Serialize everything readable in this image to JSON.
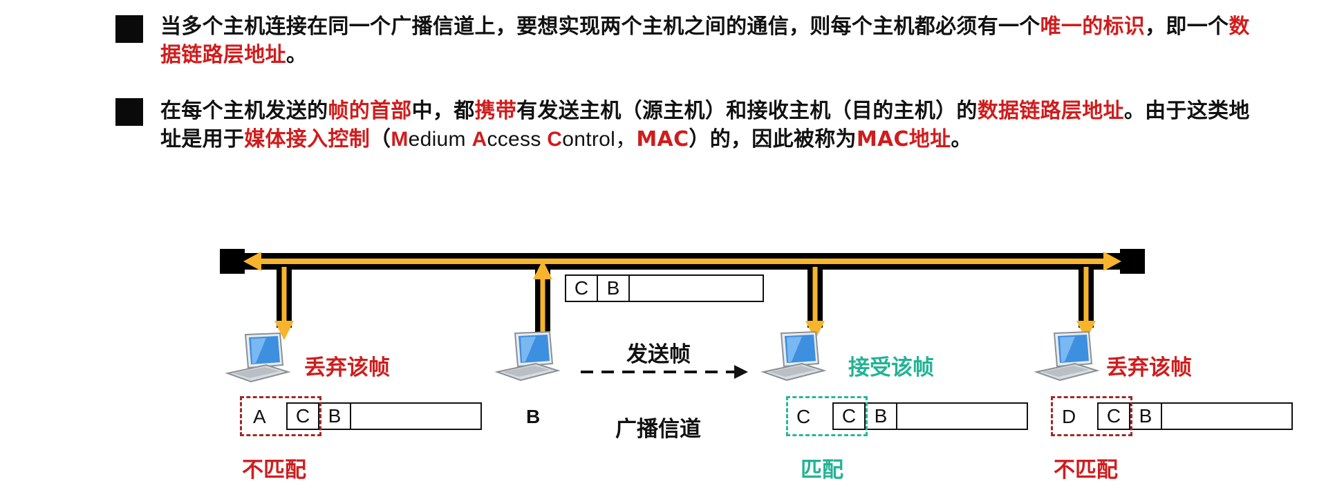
{
  "paragraph1": {
    "part1": "当多个主机连接在同一个广播信道上，要想实现两个主机之间的通信，则每个主机都必须有一个",
    "highlight1": "唯一的标识",
    "part2": "，即一个",
    "highlight2": "数据链路层地址",
    "part3": "。"
  },
  "paragraph2": {
    "part1": "在每个主机发送的",
    "highlight1": "帧的首部",
    "part2": "中，都",
    "highlight2": "携带",
    "part3": "有发送主机（源主机）和接收主机（目的主机）的",
    "highlight3": "数据链路层地址",
    "part4": "。由于这类地址是用于",
    "highlight4": "媒体接入控制",
    "part5": "（",
    "m": "M",
    "edium": "edium ",
    "a": "A",
    "ccess": "ccess ",
    "c": "C",
    "ontrol": "ontrol，",
    "highlight5": "MAC",
    "part6": "）的，因此被称为",
    "highlight6": "MAC地址",
    "part7": "。"
  },
  "sent_frame": {
    "dest": "C",
    "src": "B"
  },
  "send_label": "发送帧",
  "channel_label": "广播信道",
  "hosts": [
    {
      "name": "A",
      "action": "丢弃该帧",
      "match": "不匹配",
      "frame_dest": "C",
      "frame_src": "B",
      "status": "reject"
    },
    {
      "name": "B"
    },
    {
      "name": "C",
      "action": "接受该帧",
      "match": "匹配",
      "frame_dest": "C",
      "frame_src": "B",
      "status": "accept"
    },
    {
      "name": "D",
      "action": "丢弃该帧",
      "match": "不匹配",
      "frame_dest": "C",
      "frame_src": "B",
      "status": "reject"
    }
  ],
  "colors": {
    "red": "#d01c1c",
    "green": "#22b394",
    "bus_orange": "#f7b42c",
    "bus_black": "#000000"
  }
}
